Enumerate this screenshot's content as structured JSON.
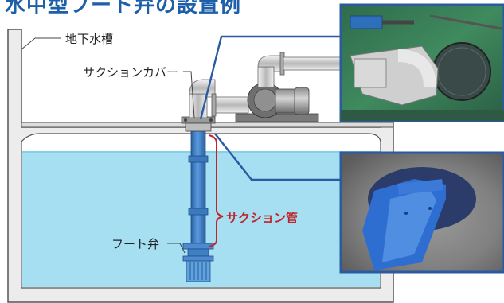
{
  "title": "水中型フート弁の設置例",
  "labels": {
    "tank": "地下水槽",
    "suction_cover": "サクションカバー",
    "foot_valve": "フート弁",
    "suction_pipe": "サクション管"
  },
  "colors": {
    "water": "#9fdcf0",
    "water_dark": "#7ccbe8",
    "pipe_blue": "#3f7fc4",
    "pipe_blue_dark": "#2a5f9e",
    "tank_wall": "#e9e9e9",
    "leader_blue": "#2a5aa0",
    "accent_red": "#c0242a",
    "title_blue": "#1d5fa8"
  },
  "photos": {
    "top": "pump-room-photo",
    "bottom": "suction-cover-photo"
  }
}
